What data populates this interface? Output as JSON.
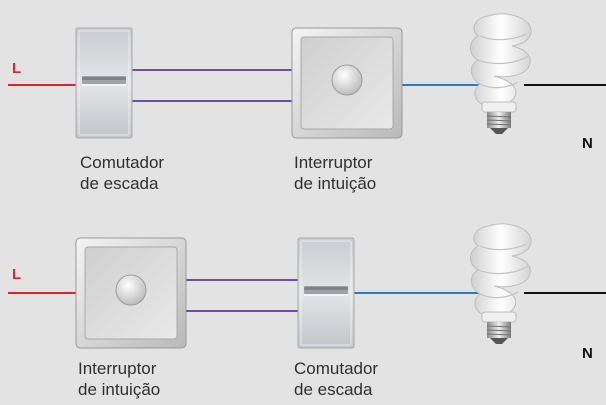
{
  "colors": {
    "background": "#e3e3e3",
    "phase_wire": "#e0242c",
    "traveler_wire": "#6a4fa3",
    "switched_wire": "#2c7cc4",
    "neutral_wire": "#111111"
  },
  "top_circuit": {
    "phase_label": "L",
    "neutral_label": "N",
    "left_device": {
      "icon": "staircase-switch-icon",
      "caption": [
        "Comutador",
        "de escada"
      ]
    },
    "right_device": {
      "icon": "intuition-switch-icon",
      "caption": [
        "Interruptor",
        "de intuição"
      ]
    },
    "lamp_icon": "cfl-bulb-icon"
  },
  "bottom_circuit": {
    "phase_label": "L",
    "neutral_label": "N",
    "left_device": {
      "icon": "intuition-switch-icon",
      "caption": [
        "Interruptor",
        "de intuição"
      ]
    },
    "right_device": {
      "icon": "staircase-switch-icon",
      "caption": [
        "Comutador",
        "de escada"
      ]
    },
    "lamp_icon": "cfl-bulb-icon"
  }
}
